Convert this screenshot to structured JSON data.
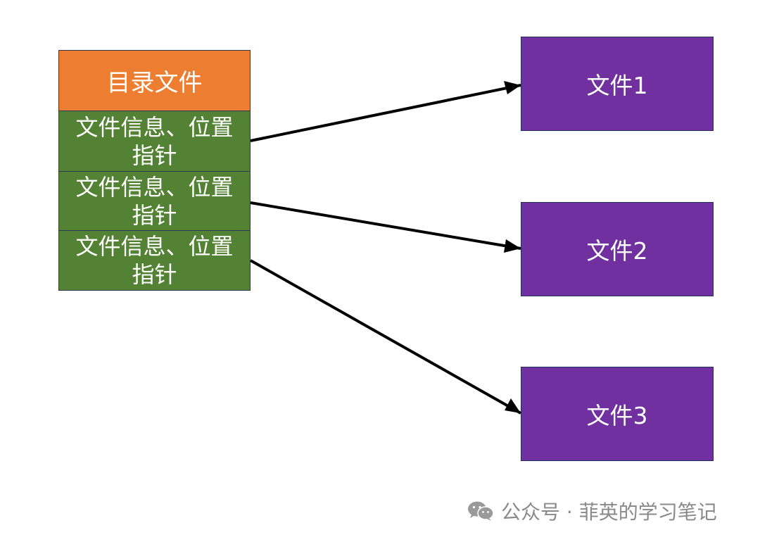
{
  "directory": {
    "header": "目录文件",
    "entries": [
      "文件信息、位置指针",
      "文件信息、位置指针",
      "文件信息、位置指针"
    ]
  },
  "files": [
    "文件1",
    "文件2",
    "文件3"
  ],
  "watermark": {
    "text": "公众号 · 菲英的学习笔记",
    "icon": "wechat-icon"
  },
  "colors": {
    "header": "#ed7d31",
    "entry": "#548235",
    "file": "#7030a0",
    "arrow": "#000000"
  }
}
